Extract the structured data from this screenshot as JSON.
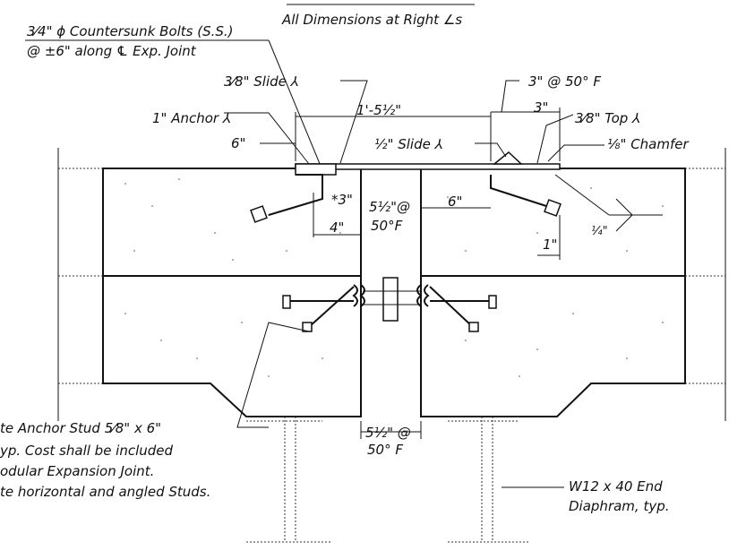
{
  "header": {
    "dimensions_note": "All Dimensions at Right ∠s"
  },
  "labels": {
    "bolts_line1": "3⁄4\" ϕ Countersunk Bolts (S.S.)",
    "bolts_line2": "@ ±6\" along ℄ Exp. Joint",
    "slide_plate_38": "3⁄8\" Slide ⅄",
    "overall_width": "1'-5½\"",
    "width_3_at_50": "3\" @ 50° F",
    "dim_3": "3\"",
    "top_plate": "3⁄8\" Top ⅄",
    "anchor_plate": "1\" Anchor ⅄",
    "dim_6_left": "6\"",
    "slide_plate_12": "½\" Slide ⅄",
    "chamfer": "⅛\" Chamfer",
    "star_3": "*3\"",
    "gap_top_1": "5½\"@",
    "gap_top_2": "50°F",
    "dim_6_right": "6\"",
    "dim_4": "4\"",
    "weld_quarter": "¼\"",
    "dim_1": "1\"",
    "gap_bottom_1": "5½\" @",
    "gap_bottom_2": "50° F",
    "stud_line1": "te Anchor Stud 5⁄8\" x 6\"",
    "stud_line2": "yp.  Cost shall be included",
    "stud_line3": "odular Expansion Joint.",
    "stud_line4": "te horizontal and angled Studs.",
    "beam_line1": "W12 x 40 End",
    "beam_line2": "Diaphram, typ."
  }
}
